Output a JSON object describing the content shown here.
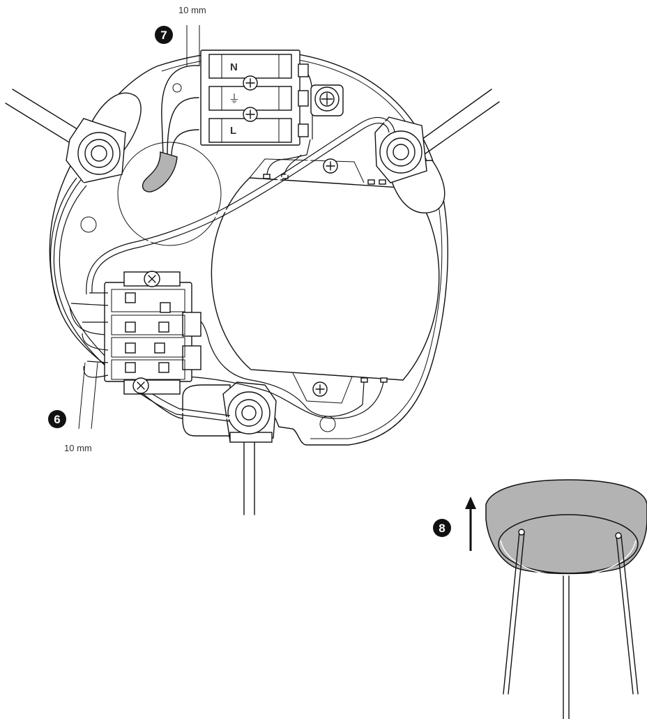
{
  "labels": {
    "measure_top": "10 mm",
    "measure_bottom": "10 mm"
  },
  "steps": {
    "six": "6",
    "seven": "7",
    "eight": "8"
  },
  "terminal_marks": {
    "neutral": "N",
    "earth": "⏚",
    "live": "L"
  },
  "colors": {
    "line": "#111111",
    "cap_fill": "#b3b3b3",
    "plate_fill": "#f2f2f2",
    "background": "#ffffff"
  }
}
